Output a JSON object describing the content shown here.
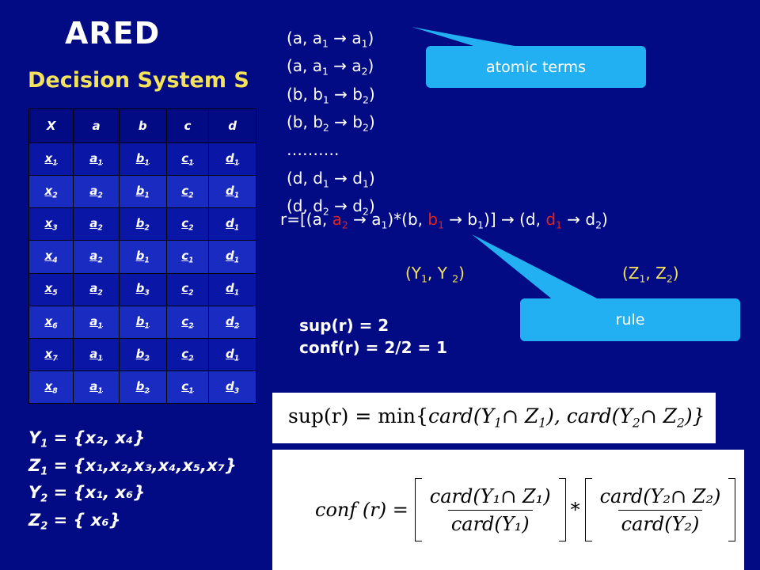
{
  "title": "ARED",
  "subtitle": "Decision System S",
  "table": {
    "headers": [
      "X",
      "a",
      "b",
      "c",
      "d"
    ],
    "rows": [
      [
        "x1",
        "a1",
        "b1",
        "c1",
        "d1"
      ],
      [
        "x2",
        "a2",
        "b1",
        "c2",
        "d1"
      ],
      [
        "x3",
        "a2",
        "b2",
        "c2",
        "d1"
      ],
      [
        "x4",
        "a2",
        "b1",
        "c1",
        "d1"
      ],
      [
        "x5",
        "a2",
        "b3",
        "c2",
        "d1"
      ],
      [
        "x6",
        "a1",
        "b1",
        "c2",
        "d2"
      ],
      [
        "x7",
        "a1",
        "b2",
        "c2",
        "d1"
      ],
      [
        "x8",
        "a1",
        "b2",
        "c1",
        "d3"
      ]
    ]
  },
  "atomic_terms": [
    [
      "(a, a",
      "1",
      " → a",
      "1",
      ")"
    ],
    [
      "(a, a",
      "1",
      " → a",
      "2",
      ")"
    ],
    [
      "(b, b",
      "1",
      " → b",
      "2",
      ")"
    ],
    [
      "(b, b",
      "2",
      " → b",
      "2",
      ")"
    ],
    [
      "……….",
      "",
      "",
      "",
      ""
    ],
    [
      "(d, d",
      "1",
      " → d",
      "1",
      ")"
    ],
    [
      "(d, d",
      "2",
      " → d",
      "2",
      ")"
    ]
  ],
  "callouts": {
    "atomic": "atomic terms",
    "rule": "rule"
  },
  "rule": {
    "p1": "r=[(a, ",
    "a2": "a",
    "a2_sub": "2",
    "p2": " → a",
    "p2_sub": "1",
    "p3": ")*(b, ",
    "b1": "b",
    "b1_sub": "1",
    "p4": " → b",
    "p4_sub": "1",
    "p5": ")] → (d, ",
    "d1": "d",
    "d1_sub": "1",
    "p6": " → d",
    "p6_sub": "2",
    "p7": ")"
  },
  "pairs": {
    "y": [
      "(Y",
      "1",
      ", Y ",
      "2",
      ")"
    ],
    "z": [
      "(Z",
      "1",
      ", Z",
      "2",
      ")"
    ]
  },
  "support": "sup(r) = 2",
  "confidence": "conf(r) = 2/2 = 1",
  "sets": [
    {
      "name": "Y",
      "sub": "1",
      "value": " = {x₂, x₄}"
    },
    {
      "name": "Z",
      "sub": "1",
      "value": " = {x₁,x₂,x₃,x₄,x₅,x₇}"
    },
    {
      "name": "Y",
      "sub": "2",
      "value": " = {x₁, x₆}"
    },
    {
      "name": "Z",
      "sub": "2",
      "value": " = { x₆}"
    }
  ],
  "formula_sup": {
    "lhs": "sup(r) = min{",
    "t1": "card(Y",
    "t1s": "1",
    "t1b": "∩ Z",
    "t1bs": "1",
    "t1c": "), ",
    "t2": "card(Y",
    "t2s": "2",
    "t2b": "∩ Z",
    "t2bs": "2",
    "t2c": ")}"
  },
  "formula_conf": {
    "lhs": "conf (r) =",
    "n1": "card(Y₁∩ Z₁)",
    "d1": "card(Y₁)",
    "op": "*",
    "n2": "card(Y₂∩ Z₂)",
    "d2": "card(Y₂)"
  }
}
